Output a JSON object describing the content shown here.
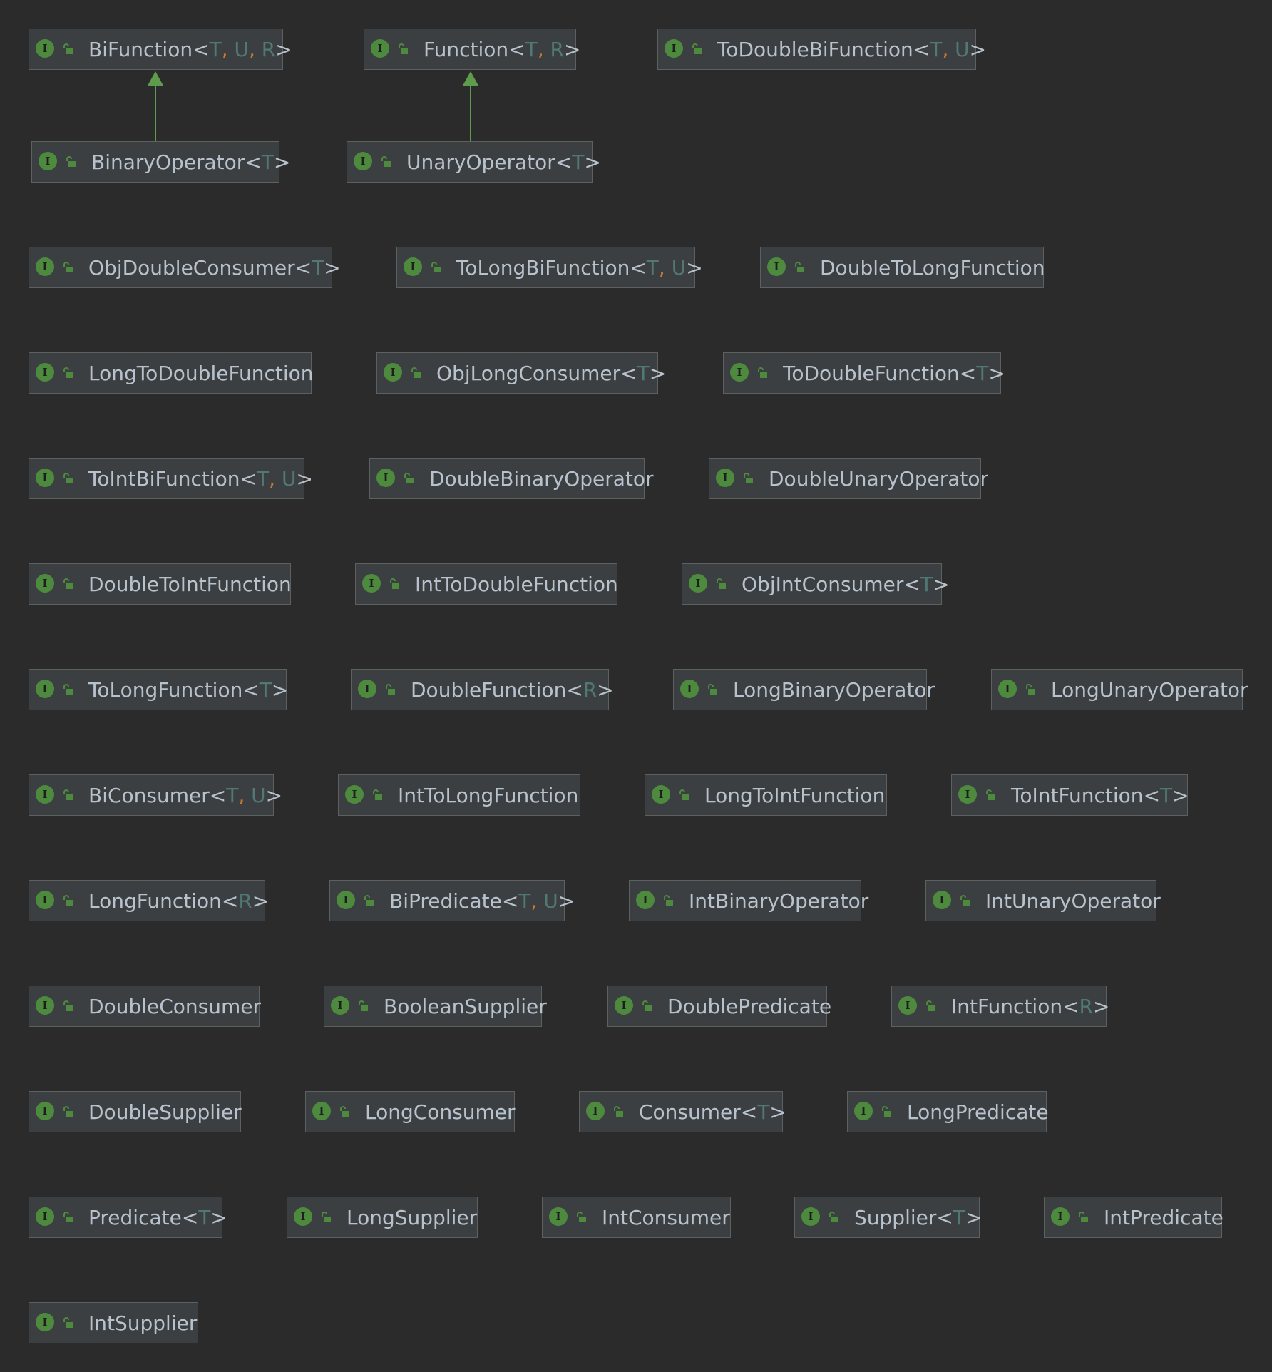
{
  "colors": {
    "background": "#2b2b2b",
    "node_fill": "#3c3f41",
    "node_border": "#5e6060",
    "interface_icon": "#4e8a3e",
    "text": "#b8c2cc",
    "type_param": "#507874",
    "separator": "#cc7832",
    "arrow": "#5f9b4c"
  },
  "icon_names": {
    "interface": "interface-icon",
    "access": "public-access-icon"
  },
  "icon_letter": "I",
  "nodes": [
    {
      "id": "BiFunction",
      "name": "BiFunction",
      "params": [
        "T",
        "U",
        "R"
      ]
    },
    {
      "id": "Function",
      "name": "Function",
      "params": [
        "T",
        "R"
      ]
    },
    {
      "id": "ToDoubleBiFunction",
      "name": "ToDoubleBiFunction",
      "params": [
        "T",
        "U"
      ]
    },
    {
      "id": "BinaryOperator",
      "name": "BinaryOperator",
      "params": [
        "T"
      ]
    },
    {
      "id": "UnaryOperator",
      "name": "UnaryOperator",
      "params": [
        "T"
      ]
    },
    {
      "id": "ObjDoubleConsumer",
      "name": "ObjDoubleConsumer",
      "params": [
        "T"
      ]
    },
    {
      "id": "ToLongBiFunction",
      "name": "ToLongBiFunction",
      "params": [
        "T",
        "U"
      ]
    },
    {
      "id": "DoubleToLongFunction",
      "name": "DoubleToLongFunction",
      "params": []
    },
    {
      "id": "LongToDoubleFunction",
      "name": "LongToDoubleFunction",
      "params": []
    },
    {
      "id": "ObjLongConsumer",
      "name": "ObjLongConsumer",
      "params": [
        "T"
      ]
    },
    {
      "id": "ToDoubleFunction",
      "name": "ToDoubleFunction",
      "params": [
        "T"
      ]
    },
    {
      "id": "ToIntBiFunction",
      "name": "ToIntBiFunction",
      "params": [
        "T",
        "U"
      ]
    },
    {
      "id": "DoubleBinaryOperator",
      "name": "DoubleBinaryOperator",
      "params": []
    },
    {
      "id": "DoubleUnaryOperator",
      "name": "DoubleUnaryOperator",
      "params": []
    },
    {
      "id": "DoubleToIntFunction",
      "name": "DoubleToIntFunction",
      "params": []
    },
    {
      "id": "IntToDoubleFunction",
      "name": "IntToDoubleFunction",
      "params": []
    },
    {
      "id": "ObjIntConsumer",
      "name": "ObjIntConsumer",
      "params": [
        "T"
      ]
    },
    {
      "id": "ToLongFunction",
      "name": "ToLongFunction",
      "params": [
        "T"
      ]
    },
    {
      "id": "DoubleFunction",
      "name": "DoubleFunction",
      "params": [
        "R"
      ]
    },
    {
      "id": "LongBinaryOperator",
      "name": "LongBinaryOperator",
      "params": []
    },
    {
      "id": "LongUnaryOperator",
      "name": "LongUnaryOperator",
      "params": []
    },
    {
      "id": "BiConsumer",
      "name": "BiConsumer",
      "params": [
        "T",
        "U"
      ]
    },
    {
      "id": "IntToLongFunction",
      "name": "IntToLongFunction",
      "params": []
    },
    {
      "id": "LongToIntFunction",
      "name": "LongToIntFunction",
      "params": []
    },
    {
      "id": "ToIntFunction",
      "name": "ToIntFunction",
      "params": [
        "T"
      ]
    },
    {
      "id": "LongFunction",
      "name": "LongFunction",
      "params": [
        "R"
      ]
    },
    {
      "id": "BiPredicate",
      "name": "BiPredicate",
      "params": [
        "T",
        "U"
      ]
    },
    {
      "id": "IntBinaryOperator",
      "name": "IntBinaryOperator",
      "params": []
    },
    {
      "id": "IntUnaryOperator",
      "name": "IntUnaryOperator",
      "params": []
    },
    {
      "id": "DoubleConsumer",
      "name": "DoubleConsumer",
      "params": []
    },
    {
      "id": "BooleanSupplier",
      "name": "BooleanSupplier",
      "params": []
    },
    {
      "id": "DoublePredicate",
      "name": "DoublePredicate",
      "params": []
    },
    {
      "id": "IntFunction",
      "name": "IntFunction",
      "params": [
        "R"
      ]
    },
    {
      "id": "DoubleSupplier",
      "name": "DoubleSupplier",
      "params": []
    },
    {
      "id": "LongConsumer",
      "name": "LongConsumer",
      "params": []
    },
    {
      "id": "Consumer",
      "name": "Consumer",
      "params": [
        "T"
      ]
    },
    {
      "id": "LongPredicate",
      "name": "LongPredicate",
      "params": []
    },
    {
      "id": "Predicate",
      "name": "Predicate",
      "params": [
        "T"
      ]
    },
    {
      "id": "LongSupplier",
      "name": "LongSupplier",
      "params": []
    },
    {
      "id": "IntConsumer",
      "name": "IntConsumer",
      "params": []
    },
    {
      "id": "Supplier",
      "name": "Supplier",
      "params": [
        "T"
      ]
    },
    {
      "id": "IntPredicate",
      "name": "IntPredicate",
      "params": []
    },
    {
      "id": "IntSupplier",
      "name": "IntSupplier",
      "params": []
    }
  ],
  "edges": [
    {
      "from": "BinaryOperator",
      "to": "BiFunction",
      "kind": "extends"
    },
    {
      "from": "UnaryOperator",
      "to": "Function",
      "kind": "extends"
    }
  ]
}
